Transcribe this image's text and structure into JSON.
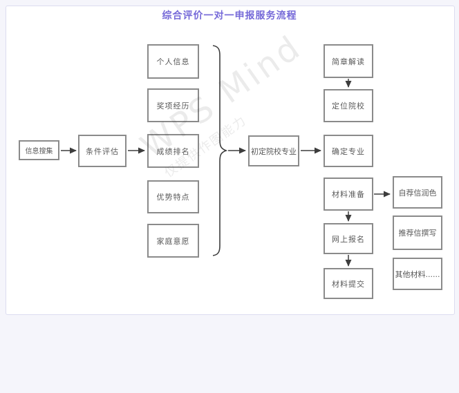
{
  "header": {
    "title": "综合评价一对一申报服务流程"
  },
  "watermark": {
    "main": "WPS Mind",
    "sub": "仅提供作图能力"
  },
  "colors": {
    "page_bg": "#f5f5fb",
    "card_border": "#dcdcf0",
    "title_text": "#7569d8",
    "box_border": "#8a8a8a",
    "box_text": "#595959",
    "connector": "#3d3d3d"
  },
  "flow": {
    "stage1": {
      "info_collect": "信息搜集",
      "condition_eval": "条件评估"
    },
    "evaluation_items": {
      "personal_info": "个人信息",
      "award_exp": "奖项经历",
      "grade_rank": "成绩排名",
      "advantage": "优势特点",
      "family_will": "家庭意愿"
    },
    "stage2": {
      "initial_choice": "初定院校专业"
    },
    "application_steps": {
      "brochure": "简章解读",
      "position_school": "定位院校",
      "confirm_major": "确定专业",
      "material_prep": "材料准备",
      "online_register": "网上报名",
      "material_submit": "材料提交"
    },
    "materials": {
      "self_letter": "自荐信润色",
      "recommend_letter": "推荐信撰写",
      "other_material": "其他材料......"
    }
  }
}
